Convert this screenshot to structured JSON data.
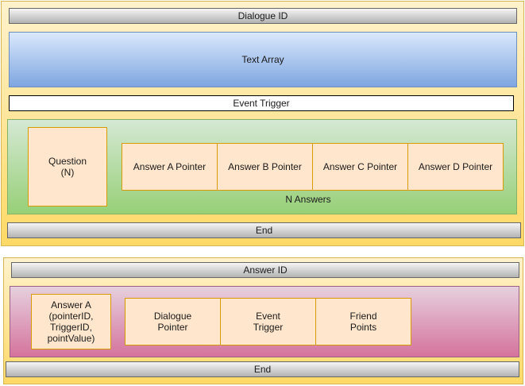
{
  "dialogue": {
    "id_label": "Dialogue ID",
    "text_array": "Text Array",
    "event_trigger": "Event Trigger",
    "question": "Question\n(N)",
    "answers": [
      "Answer A Pointer",
      "Answer B Pointer",
      "Answer C Pointer",
      "Answer D Pointer"
    ],
    "n_answers": "N Answers",
    "end": "End"
  },
  "answer": {
    "id_label": "Answer ID",
    "answer_a": "Answer A\n(pointerID,\nTriggerID,\npointValue)",
    "fields": [
      "Dialogue\nPointer",
      "Event\nTrigger",
      "Friend\nPoints"
    ],
    "end": "End"
  },
  "colors": {
    "panel": "#ffd966",
    "bar": "#b3b3b3",
    "text_array": "#7ea6e0",
    "answers_group": "#97d077",
    "answer_group": "#d5739d",
    "cell": "#ffe6cc",
    "cell_border": "#d79b00"
  }
}
